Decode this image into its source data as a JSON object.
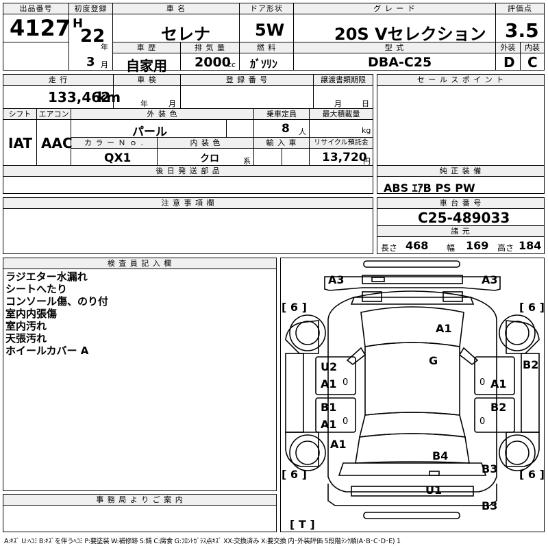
{
  "header": {
    "lot_label": "出品番号",
    "lot": "4127",
    "first_reg_label": "初度登録",
    "era": "H",
    "year": "22",
    "year_unit": "年",
    "month": "3",
    "month_unit": "月",
    "car_name_label": "車 名",
    "car_name": "セレナ",
    "door_label": "ドア形状",
    "door": "5W",
    "grade_label": "グ レ ー ド",
    "grade": "20S Vセレクション",
    "score_label": "評価点",
    "score": "3.5",
    "history_label": "車 歴",
    "history": "自家用",
    "displacement_label": "排 気 量",
    "displacement": "2000",
    "displacement_unit": "cc",
    "fuel_label": "燃 料",
    "fuel": "ｶﾞｿﾘﾝ",
    "model_label": "型 式",
    "model": "DBA-C25",
    "exterior_label": "外装",
    "exterior": "D",
    "interior_label": "内装",
    "interior": "C"
  },
  "row2": {
    "mileage_label": "走 行",
    "mileage": "133,462",
    "mileage_unit": "km",
    "inspection_label": "車 検",
    "inspection_year_unit": "年",
    "inspection_month_unit": "月",
    "registration_label": "登 録 番 号",
    "transfer_label": "譲渡書類期限",
    "transfer_month_unit": "月",
    "transfer_day_unit": "日",
    "sales_label": "セ ー ル ス ポ イ ン ト"
  },
  "row3": {
    "shift_label": "シフト",
    "shift": "IAT",
    "ac_label": "エアコン",
    "ac": "AAC",
    "color_label": "外 装 色",
    "color": "パール",
    "capacity_label": "乗車定員",
    "capacity": "8",
    "capacity_unit": "人",
    "load_label": "最大積載量",
    "load_unit": "kg",
    "color_no_label": "カ ラ ー Ｎ ｏ .",
    "color_no": "QX1",
    "interior_color_label": "内 装 色",
    "interior_color": "クロ",
    "interior_color_unit": "系",
    "import_label": "輸 入 車",
    "recycle_label": "リサイクル預託金",
    "recycle": "13,720",
    "recycle_unit": "円"
  },
  "later_parts_label": "後 日 発 送 部 品",
  "genuine_label": "純 正 装 備",
  "genuine": "ABS ｴｱB PS PW",
  "notes_label": "注 意 事 項 欄",
  "chassis_label": "車 台 番 号",
  "chassis": "C25-489033",
  "specs_label": "諸 元",
  "length_label": "長さ",
  "length": "468",
  "width_label": "幅",
  "width": "169",
  "height_label": "高さ",
  "height": "184",
  "inspector_label": "検 査 員 記 入 欄",
  "remarks": [
    "ラジエター水漏れ",
    "シートへたり",
    "コンソール傷、のり付",
    "室内内張傷",
    "室内汚れ",
    "天張汚れ",
    "ホイールカバー A"
  ],
  "office_label": "事 務 局 よ り ご 案 内",
  "legend": "A:ｷｽﾞ U:ﾍｺﾐ B:ｷｽﾞを伴うﾍｺﾐ P:要塗装 W:補修跡 S:錆 C:腐食 G:ﾌﾛﾝﾄｶﾞﾗｽ点ｷｽﾞ XX:交換済み X:要交換 内･外装評価 5段階ﾗﾝｸ順(A･B･C･D･E) 1",
  "damage": {
    "a3_left": "A3",
    "a3_right": "A3",
    "tire_fl": "[ 6 ]",
    "tire_fr": "[ 6 ]",
    "tire_rl": "[ 6 ]",
    "tire_rr": "[ 6 ]",
    "hood": "A1",
    "windshield": "G",
    "u2": "U2",
    "a1_front_door_left": "A1",
    "a1_front_door_right": "A1",
    "b2_fender": "B2",
    "b1": "B1",
    "a1_rear_door_left": "A1",
    "b2_rear_door_right": "B2",
    "a1_quarter_left": "A1",
    "b4": "B4",
    "b3_quarter_right": "B3",
    "u1": "U1",
    "b3_rear": "B3",
    "spare": "[ T ]",
    "small_zero_1": "0",
    "small_zero_2": "0",
    "small_zero_3": "0",
    "small_zero_4": "0"
  }
}
